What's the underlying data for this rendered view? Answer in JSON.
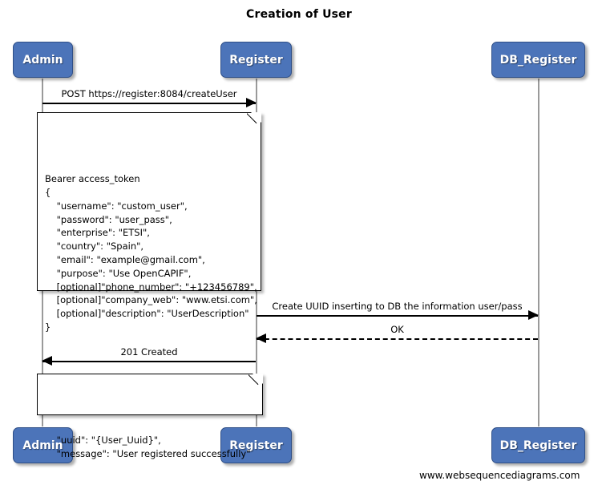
{
  "diagram": {
    "title": "Creation of User",
    "footer": "www.websequencediagrams.com",
    "colors": {
      "actor_fill": "#4c74b9",
      "actor_border": "#2f4f87",
      "actor_text": "#ffffff",
      "lifeline": "#9a9a9a",
      "message": "#000000",
      "note_fill": "#ffffff",
      "note_border": "#000000",
      "background": "#ffffff"
    },
    "participants": [
      {
        "id": "admin",
        "label": "Admin"
      },
      {
        "id": "register",
        "label": "Register"
      },
      {
        "id": "db_register",
        "label": "DB_Register"
      }
    ],
    "messages": [
      {
        "id": "m1",
        "label": "POST https://register:8084/createUser",
        "from": "admin",
        "to": "register",
        "direction": "right",
        "style": "solid"
      },
      {
        "id": "m2",
        "label": "Create UUID inserting to DB the information user/pass",
        "from": "register",
        "to": "db_register",
        "direction": "right",
        "style": "solid"
      },
      {
        "id": "m3",
        "label": "OK",
        "from": "db_register",
        "to": "register",
        "direction": "left",
        "style": "dashed"
      },
      {
        "id": "m4",
        "label": "201 Created",
        "from": "register",
        "to": "admin",
        "direction": "left",
        "style": "solid"
      }
    ],
    "notes": [
      {
        "id": "note-request",
        "over": "admin-register",
        "lines": [
          "Bearer access_token",
          "{",
          "    \"username\": \"custom_user\",",
          "    \"password\": \"user_pass\",",
          "    \"enterprise\": \"ETSI\",",
          "    \"country\": \"Spain\",",
          "    \"email\": \"example@gmail.com\",",
          "    \"purpose\": \"Use OpenCAPIF\",",
          "    [optional]\"phone_number\": \"+123456789\",",
          "    [optional]\"company_web\": \"www.etsi.com\",",
          "    [optional]\"description\": \"UserDescription\"",
          "}"
        ],
        "text": "Bearer access_token\n{\n    \"username\": \"custom_user\",\n    \"password\": \"user_pass\",\n    \"enterprise\": \"ETSI\",\n    \"country\": \"Spain\",\n    \"email\": \"example@gmail.com\",\n    \"purpose\": \"Use OpenCAPIF\",\n    [optional]\"phone_number\": \"+123456789\",\n    [optional]\"company_web\": \"www.etsi.com\",\n    [optional]\"description\": \"UserDescription\"\n}"
      },
      {
        "id": "note-response",
        "over": "admin-register",
        "lines": [
          "    \"uuid\": \"{User_Uuid}\",",
          "    \"message\": \"User registered successfully\""
        ],
        "text": "    \"uuid\": \"{User_Uuid}\",\n    \"message\": \"User registered successfully\""
      }
    ]
  }
}
